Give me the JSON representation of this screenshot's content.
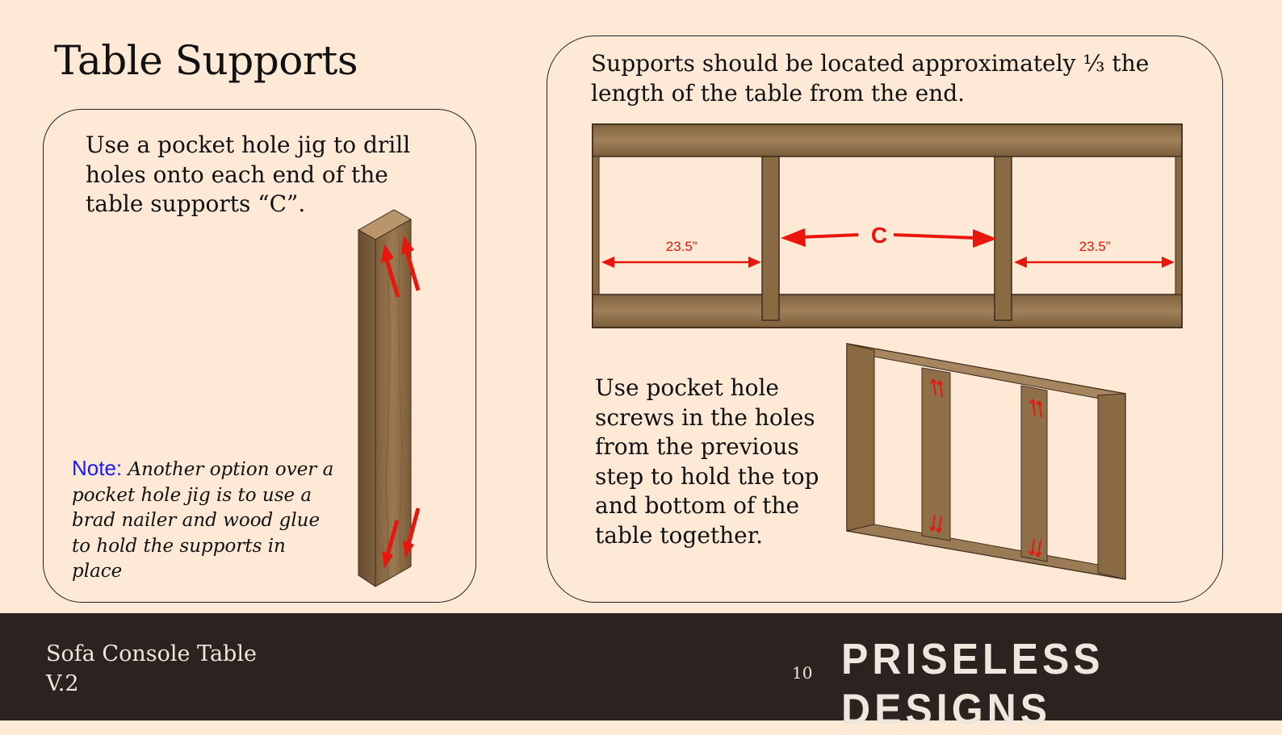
{
  "page": {
    "title": "Table Supports"
  },
  "left_panel": {
    "instruction": "Use a pocket hole jig to drill holes onto each end of the table supports “C”.",
    "note_label": "Note:",
    "note_text": "Another option over a pocket hole jig is to use a brad nailer and wood glue to hold the supports in place",
    "board_illustration": "table-support-board"
  },
  "right_panel": {
    "top_text": "Supports should be located approximately ⅓ the length of the table from the end.",
    "diagram_labels": {
      "left_dimension": "23.5”",
      "center_label": "C",
      "right_dimension": "23.5”"
    },
    "bottom_text": "Use pocket hole screws in the holes from the previous step to hold the top and bottom of the table together."
  },
  "footer": {
    "doc_title_line1": "Sofa Console Table",
    "doc_title_line2": "V.2",
    "page_number": "10",
    "brand": "PRISELESS DESIGNS"
  },
  "colors": {
    "background": "#fde9d6",
    "footer_bg": "#2d2220",
    "arrow_red": "#e8160c",
    "note_blue": "#1a1aff",
    "wood": "#8a6a42"
  }
}
